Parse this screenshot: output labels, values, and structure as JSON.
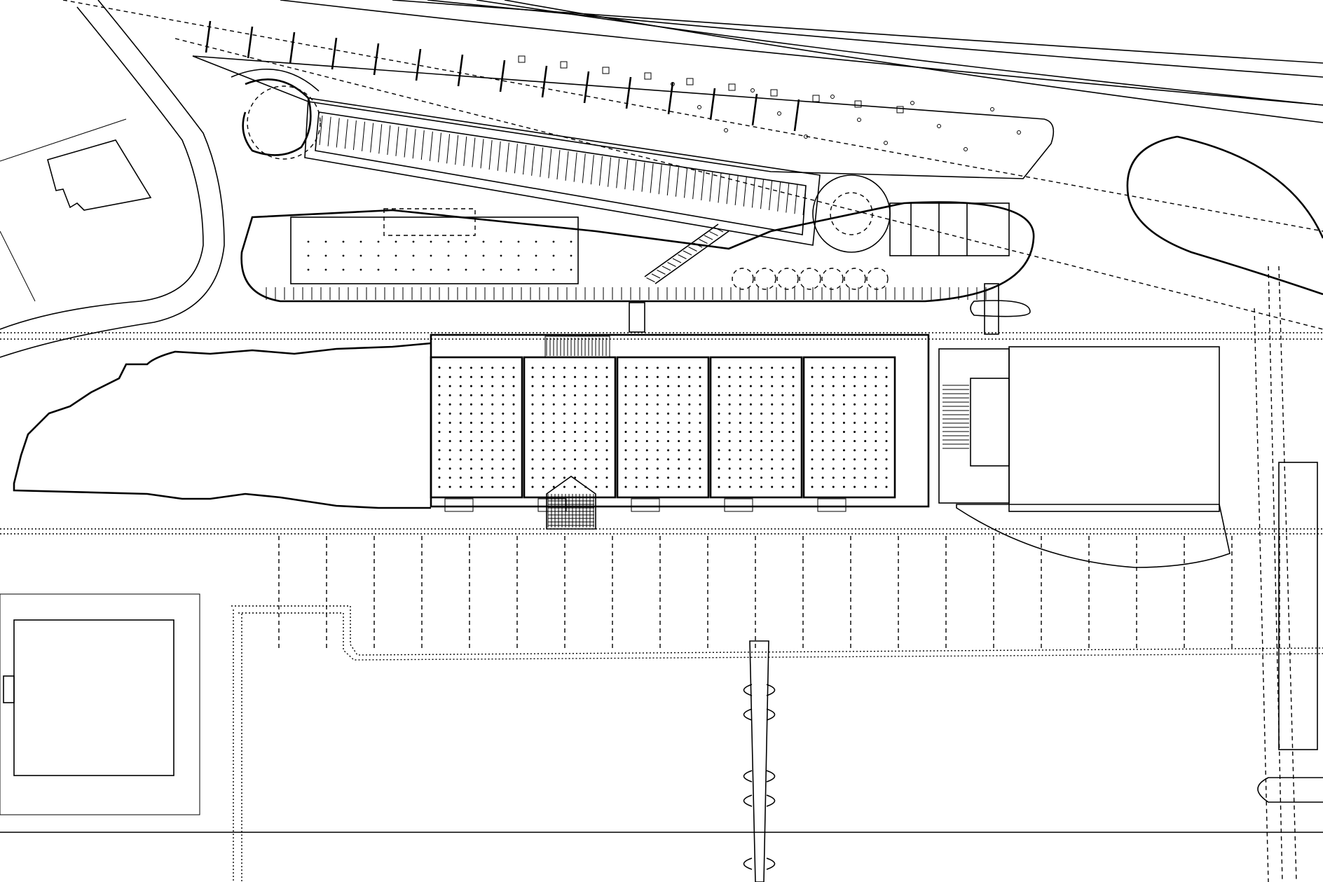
{
  "drawing": {
    "kind": "architectural-site-plan",
    "style": "black line drawing on white",
    "colors": {
      "background": "#ffffff",
      "line": "#000000"
    },
    "hall_count": 5,
    "column_grid": {
      "rows": 14,
      "cols_per_hall": 8
    },
    "parking_stalls_shown": 58
  }
}
